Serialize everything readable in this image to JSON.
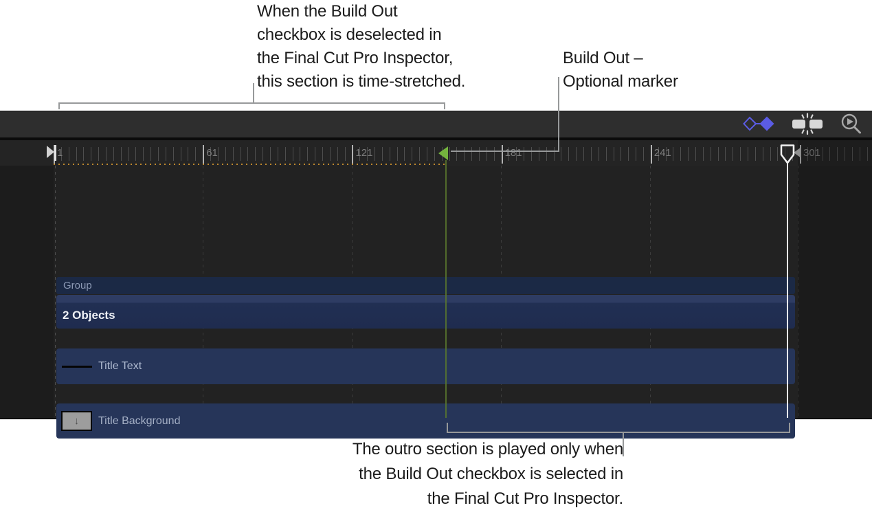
{
  "annotations": {
    "build_in": {
      "lines": [
        "When the Build Out",
        "checkbox is deselected in",
        "the Final Cut Pro Inspector,",
        "this section is time-stretched."
      ]
    },
    "build_out_marker": {
      "lines": [
        "Build Out –",
        "Optional marker"
      ]
    },
    "outro": {
      "lines": [
        "The outro section is played only when",
        "the Build Out checkbox is selected in",
        "the Final Cut Pro Inspector."
      ]
    }
  },
  "toolbar": {
    "icons": [
      {
        "name": "keyframe-icon"
      },
      {
        "name": "markers-icon"
      },
      {
        "name": "zoom-play-icon"
      }
    ],
    "keyframe_accent": "#5b5ce4",
    "icon_gray": "#d8d8d8"
  },
  "ruler": {
    "frame_labels": [
      "1",
      "61",
      "121",
      "181",
      "241",
      "301"
    ]
  },
  "tracks": [
    {
      "name": "Group"
    },
    {
      "name": "2 Objects"
    },
    {
      "name": "Title Text"
    },
    {
      "name": "Title Background"
    }
  ],
  "icons": {
    "title_background_arrow": "↓"
  },
  "markers": {
    "build_out_color": "#74b33e",
    "end_marker_color": "#f0f0f0",
    "selection_dotted_color": "#c08a2e"
  }
}
